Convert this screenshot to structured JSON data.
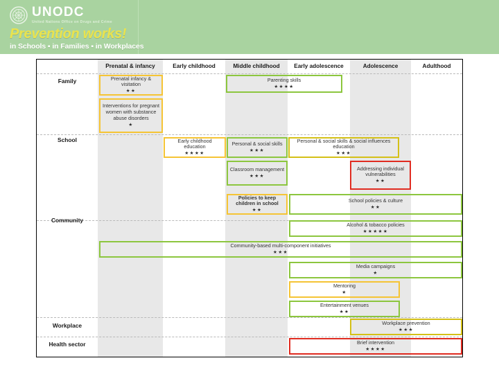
{
  "banner": {
    "logo": {
      "acronym": "UNODC",
      "full_name": "United Nations Office on Drugs and Crime"
    },
    "title": "Prevention works!",
    "subtitle": "in Schools ▪ in Families ▪ in Workplaces",
    "colors": {
      "background": "#a9d3a0",
      "title": "#e9e34e",
      "subtitle": "#ffffff"
    }
  },
  "matrix": {
    "columns": [
      {
        "label": "Prenatal & infancy",
        "shaded": true
      },
      {
        "label": "Early childhood",
        "shaded": false
      },
      {
        "label": "Middle childhood",
        "shaded": true
      },
      {
        "label": "Early adolescence",
        "shaded": false
      },
      {
        "label": "Adolescence",
        "shaded": true
      },
      {
        "label": "Adulthood",
        "shaded": false
      }
    ],
    "rows": [
      {
        "label": "Family"
      },
      {
        "label": "School"
      },
      {
        "label": "Community"
      },
      {
        "label": "Workplace"
      },
      {
        "label": "Health sector"
      }
    ],
    "legend_colors": {
      "yellow": "#f5c434",
      "green": "#8cc63e",
      "olive": "#d4c017",
      "red": "#e02b20"
    },
    "cards": [
      {
        "row": "Family",
        "title": "Prenatal infancy & visitation",
        "stars": "★★",
        "rating": 2,
        "color": "yellow",
        "bold": false
      },
      {
        "row": "Family",
        "title": "Interventions for pregnant women with substance abuse disorders",
        "stars": "★",
        "rating": 1,
        "color": "yellow",
        "bold": false
      },
      {
        "row": "Family",
        "title": "Parenting skills",
        "stars": "★★★★",
        "rating": 4,
        "color": "green",
        "bold": false
      },
      {
        "row": "School",
        "title": "Early childhood education",
        "stars": "★★★★",
        "rating": 4,
        "color": "yellow",
        "bold": false
      },
      {
        "row": "School",
        "title": "Personal & social skills",
        "stars": "★★★",
        "rating": 3,
        "color": "green",
        "bold": false
      },
      {
        "row": "School",
        "title": "Personal & social skills & social influences education",
        "stars": "★★★",
        "rating": 3,
        "color": "olive",
        "bold": false
      },
      {
        "row": "School",
        "title": "Classroom management",
        "stars": "★★★",
        "rating": 3,
        "color": "green",
        "bold": false
      },
      {
        "row": "School",
        "title": "Addressing individual vulnerabilities",
        "stars": "★★",
        "rating": 2,
        "color": "red",
        "bold": false
      },
      {
        "row": "School",
        "title": "Policies to keep children in school",
        "stars": "★★",
        "rating": 2,
        "color": "yellow",
        "bold": true
      },
      {
        "row": "School",
        "title": "School policies & culture",
        "stars": "★★",
        "rating": 2,
        "color": "green",
        "bold": false
      },
      {
        "row": "Community",
        "title": "Alcohol & tobacco policies",
        "stars": "★★★★★",
        "rating": 5,
        "color": "green",
        "bold": false
      },
      {
        "row": "Community",
        "title": "Community-based multi-component initiatives",
        "stars": "★★★",
        "rating": 3,
        "color": "green",
        "bold": false
      },
      {
        "row": "Community",
        "title": "Media campaigns",
        "stars": "★",
        "rating": 1,
        "color": "green",
        "bold": false
      },
      {
        "row": "Community",
        "title": "Mentoring",
        "stars": "★",
        "rating": 1,
        "color": "yellow",
        "bold": false
      },
      {
        "row": "Community",
        "title": "Entertainment venues",
        "stars": "★★",
        "rating": 2,
        "color": "green",
        "bold": false
      },
      {
        "row": "Workplace",
        "title": "Workplace prevention",
        "stars": "★★★",
        "rating": 3,
        "color": "olive",
        "bold": false
      },
      {
        "row": "Health sector",
        "title": "Brief intervention",
        "stars": "★★★★",
        "rating": 4,
        "color": "red",
        "bold": false
      }
    ]
  }
}
